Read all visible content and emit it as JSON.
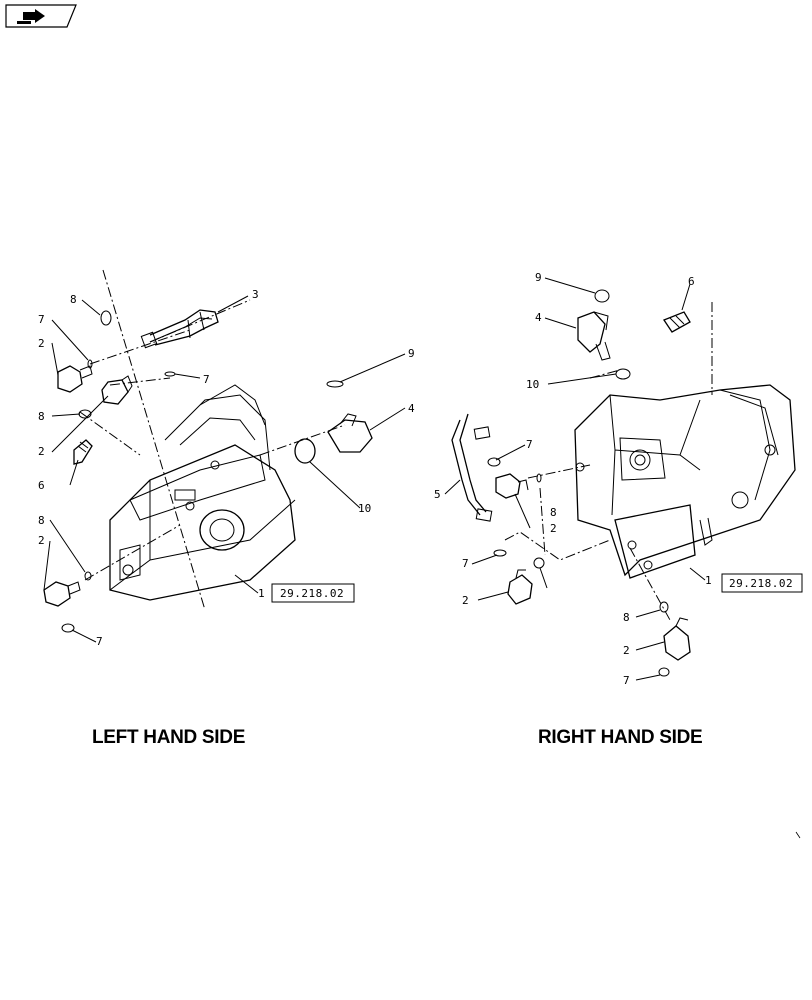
{
  "nav": {
    "icon": "next-page-icon"
  },
  "captions": {
    "left": "LEFT HAND SIDE",
    "right": "RIGHT HAND SIDE"
  },
  "left_view": {
    "ref_box": "29.218.02",
    "callouts": [
      "8",
      "7",
      "2",
      "8",
      "2",
      "6",
      "3",
      "7",
      "9",
      "4",
      "10",
      "8",
      "2",
      "7",
      "1"
    ]
  },
  "right_view": {
    "ref_box": "29.218.02",
    "callouts": [
      "9",
      "6",
      "4",
      "10",
      "7",
      "5",
      "2",
      "8",
      "7",
      "2",
      "1",
      "8",
      "2",
      "7"
    ]
  },
  "colors": {
    "line": "#000000",
    "background": "#ffffff"
  }
}
